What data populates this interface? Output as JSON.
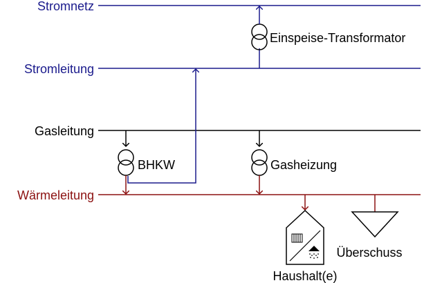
{
  "buses": {
    "stromnetz": {
      "label": "Stromnetz",
      "color": "#1a1a8c"
    },
    "stromleitung": {
      "label": "Stromleitung",
      "color": "#1a1a8c"
    },
    "gasleitung": {
      "label": "Gasleitung",
      "color": "#000000"
    },
    "waermeleitung": {
      "label": "Wärmeleitung",
      "color": "#8b1010"
    }
  },
  "components": {
    "einspeise_transformator": {
      "label": "Einspeise-Transformator",
      "icon": "transformer-icon"
    },
    "bhkw": {
      "label": "BHKW",
      "icon": "transformer-icon"
    },
    "gasheizung": {
      "label": "Gasheizung",
      "icon": "transformer-icon"
    },
    "haushalt": {
      "label": "Haushalt(e)",
      "icon": "house-icon"
    },
    "ueberschuss": {
      "label": "Überschuss",
      "icon": "sink-triangle-icon"
    }
  },
  "colors": {
    "electric": "#1a1a8c",
    "gas": "#000000",
    "heat": "#8b1010",
    "component": "#000000"
  }
}
